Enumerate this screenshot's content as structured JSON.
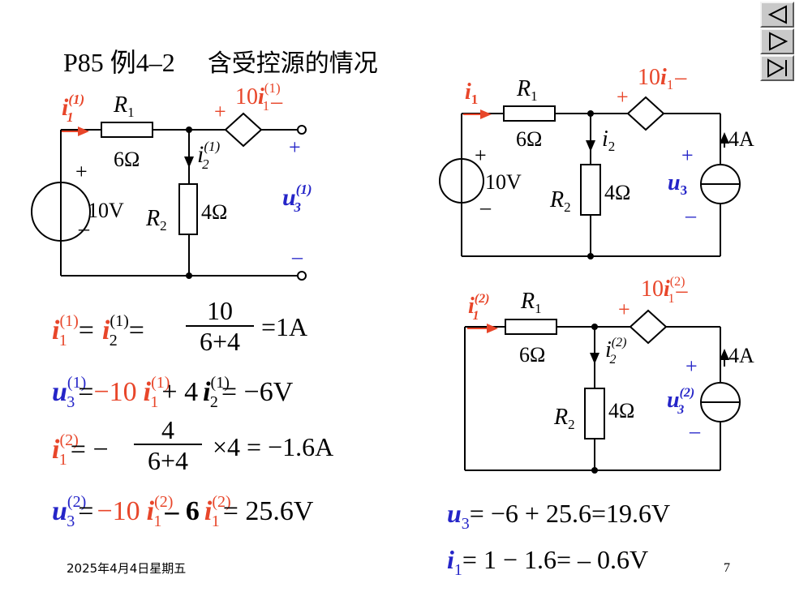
{
  "slide": {
    "title_ref": "P85 例4–2",
    "title_text": "含受控源的情况",
    "date": "2025年4月4日星期五",
    "page_number": "7"
  },
  "nav_buttons": [
    "previous",
    "next",
    "last"
  ],
  "circuit_a": {
    "current": "i",
    "current_sub": "1",
    "current_sup": "(1)",
    "r1": "R",
    "r1_sub": "1",
    "r1_value": "6Ω",
    "r2": "R",
    "r2_sub": "2",
    "r2_value": "4Ω",
    "source_value": "10V",
    "plus": "+",
    "minus": "–",
    "branch_current": "i",
    "branch_sub": "2",
    "branch_sup": "(1)",
    "dep_coeff": "10",
    "dep_var": "i",
    "dep_sub": "1",
    "dep_sup": "(1)",
    "output_var": "u",
    "output_sub": "3",
    "output_sup": "(1)"
  },
  "circuit_full": {
    "current": "i",
    "current_sub": "1",
    "r1": "R",
    "r1_sub": "1",
    "r1_value": "6Ω",
    "r2": "R",
    "r2_sub": "2",
    "r2_value": "4Ω",
    "source_value": "10V",
    "plus": "+",
    "minus": "–",
    "branch_current": "i",
    "branch_sub": "2",
    "dep_coeff": "10",
    "dep_var": "i",
    "dep_sub": "1",
    "cs_value": "4A",
    "cs_var": "u",
    "cs_sub": "3"
  },
  "circuit_b": {
    "current": "i",
    "current_sub": "1",
    "current_sup": "(2)",
    "r1": "R",
    "r1_sub": "1",
    "r1_value": "6Ω",
    "r2": "R",
    "r2_sub": "2",
    "r2_value": "4Ω",
    "plus": "+",
    "minus": "–",
    "branch_current": "i",
    "branch_sub": "2",
    "branch_sup": "(2)",
    "dep_coeff": "10",
    "dep_var": "i",
    "dep_sub": "1",
    "dep_sup": "(2)",
    "cs_value": "4A",
    "cs_var": "u",
    "cs_sub": "3",
    "cs_sup": "(2)"
  },
  "equations": {
    "eq1_lhs_var": "i",
    "eq1_lhs_sub": "1",
    "eq1_lhs_sup": "(1)",
    "eq1_eq": "=",
    "eq1_mid_var": "i",
    "eq1_mid_sub": "2",
    "eq1_mid_sup": "(1)",
    "eq1_eq2": "=",
    "eq1_num": "10",
    "eq1_den": "6+4",
    "eq1_result": "=1A",
    "eq2_var": "u",
    "eq2_sub": "3",
    "eq2_sup": "(1)",
    "eq2_eq": "=",
    "eq2_coeff": "−10",
    "eq2_i1": "i",
    "eq2_i1_sub": "1",
    "eq2_i1_sup": "(1)",
    "eq2_plus": "+ 4",
    "eq2_i2": "i",
    "eq2_i2_sub": "2",
    "eq2_i2_sup": "(1)",
    "eq2_result": "= −6V",
    "eq3_var": "i",
    "eq3_sub": "1",
    "eq3_sup": "(2)",
    "eq3_eq": "= −",
    "eq3_num": "4",
    "eq3_den": "6+4",
    "eq3_result": "×4 = −1.6A",
    "eq4_var": "u",
    "eq4_sub": "3",
    "eq4_sup": "(2)",
    "eq4_eq": "=",
    "eq4_coeff": "−10",
    "eq4_i1": "i",
    "eq4_i1_sub": "1",
    "eq4_i1_sup": "(2)",
    "eq4_minus": "– 6",
    "eq4_i2": "i",
    "eq4_i2_sub": "1",
    "eq4_i2_sup": "(2)",
    "eq4_result": "= 25.6V",
    "sum_u_var": "u",
    "sum_u_sub": "3",
    "sum_u_expr": "= −6 + 25.6=19.6V",
    "sum_i_var": "i",
    "sum_i_sub": "1",
    "sum_i_expr": "= 1 − 1.6= – 0.6V"
  },
  "colors": {
    "red": "#e8462a",
    "blue": "#2525c8",
    "black": "#000000"
  }
}
